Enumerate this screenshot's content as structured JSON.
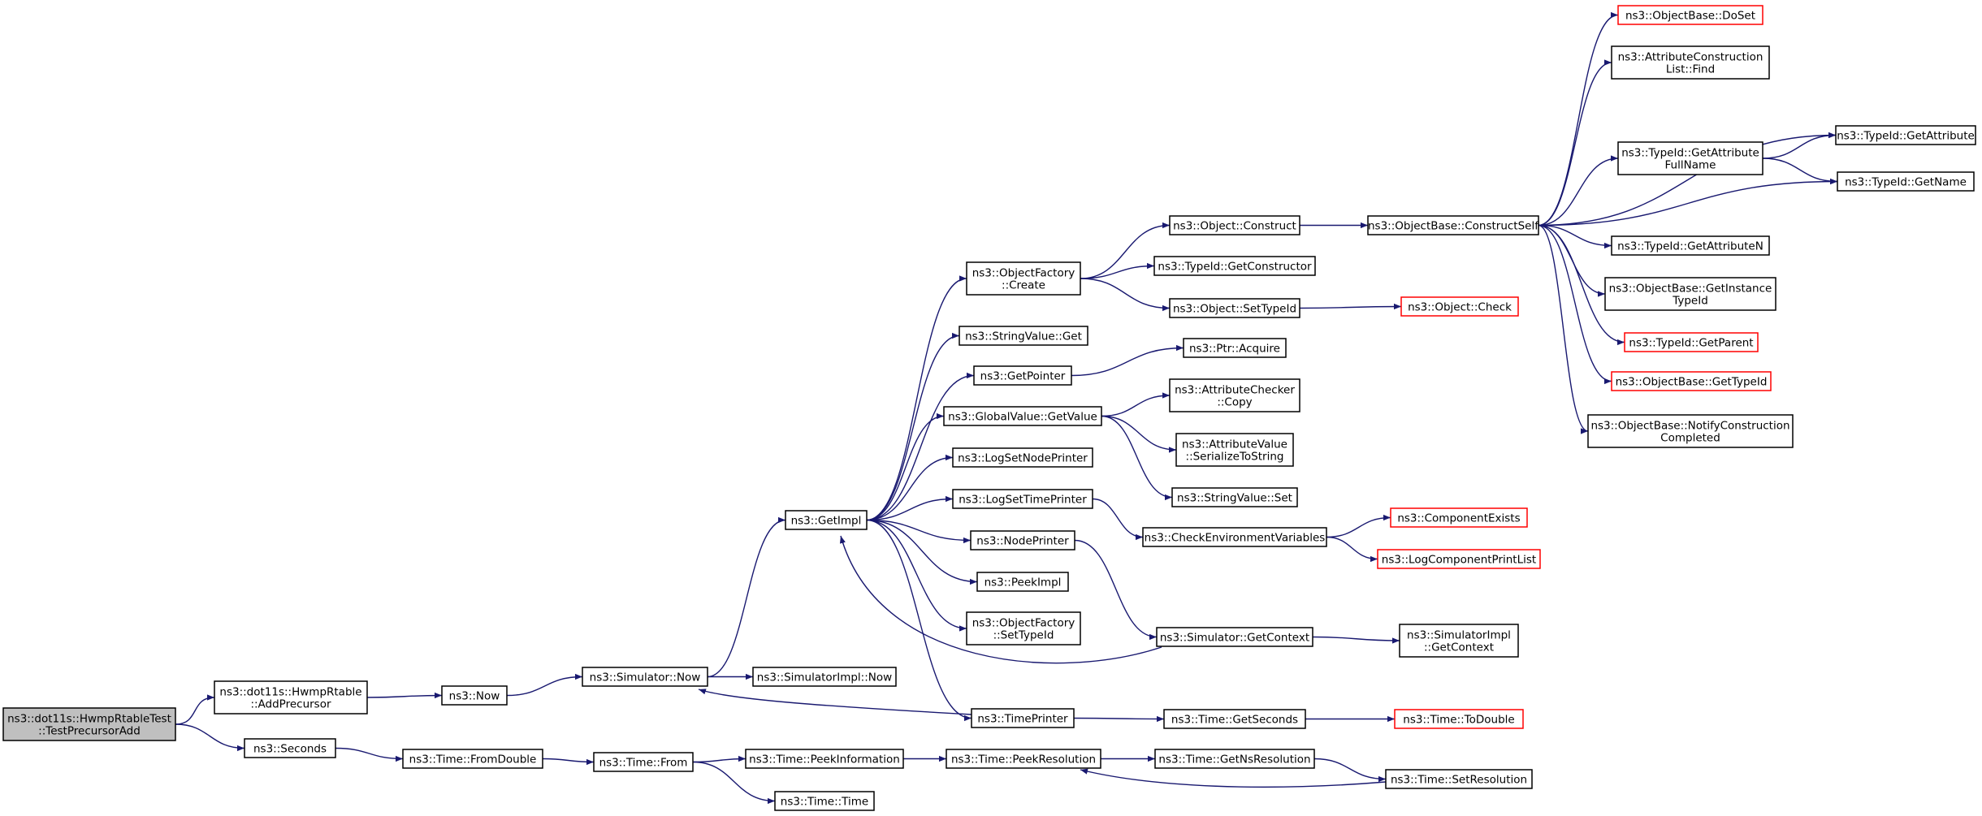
{
  "colors": {
    "edge": "#191970",
    "truncated_border": "#ff0000",
    "root_fill": "#bfbfbf",
    "node_border": "#000000"
  },
  "nodes": [
    {
      "id": "root",
      "lines": [
        "ns3::dot11s::HwmpRtableTest",
        "::TestPrecursorAdd"
      ],
      "type": "root"
    },
    {
      "id": "addprec",
      "lines": [
        "ns3::dot11s::HwmpRtable",
        "::AddPrecursor"
      ]
    },
    {
      "id": "seconds",
      "lines": [
        "ns3::Seconds"
      ]
    },
    {
      "id": "now",
      "lines": [
        "ns3::Now"
      ]
    },
    {
      "id": "simnow",
      "lines": [
        "ns3::Simulator::Now"
      ]
    },
    {
      "id": "simimplnow",
      "lines": [
        "ns3::SimulatorImpl::Now"
      ]
    },
    {
      "id": "fromdouble",
      "lines": [
        "ns3::Time::FromDouble"
      ]
    },
    {
      "id": "timefrom",
      "lines": [
        "ns3::Time::From"
      ]
    },
    {
      "id": "peekinfo",
      "lines": [
        "ns3::Time::PeekInformation"
      ]
    },
    {
      "id": "timetime",
      "lines": [
        "ns3::Time::Time"
      ]
    },
    {
      "id": "peekres",
      "lines": [
        "ns3::Time::PeekResolution"
      ]
    },
    {
      "id": "getnsres",
      "lines": [
        "ns3::Time::GetNsResolution"
      ]
    },
    {
      "id": "setres",
      "lines": [
        "ns3::Time::SetResolution"
      ]
    },
    {
      "id": "getimpl",
      "lines": [
        "ns3::GetImpl"
      ]
    },
    {
      "id": "objfactcreate",
      "lines": [
        "ns3::ObjectFactory",
        "::Create"
      ]
    },
    {
      "id": "strvalget",
      "lines": [
        "ns3::StringValue::Get"
      ]
    },
    {
      "id": "getpointer",
      "lines": [
        "ns3::GetPointer"
      ]
    },
    {
      "id": "globalget",
      "lines": [
        "ns3::GlobalValue::GetValue"
      ]
    },
    {
      "id": "logsetnode",
      "lines": [
        "ns3::LogSetNodePrinter"
      ]
    },
    {
      "id": "logsettime",
      "lines": [
        "ns3::LogSetTimePrinter"
      ]
    },
    {
      "id": "nodeprinter",
      "lines": [
        "ns3::NodePrinter"
      ]
    },
    {
      "id": "peekimpl",
      "lines": [
        "ns3::PeekImpl"
      ]
    },
    {
      "id": "objfactset",
      "lines": [
        "ns3::ObjectFactory",
        "::SetTypeId"
      ]
    },
    {
      "id": "timeprinter",
      "lines": [
        "ns3::TimePrinter"
      ]
    },
    {
      "id": "objconstruct",
      "lines": [
        "ns3::Object::Construct"
      ]
    },
    {
      "id": "getconstructor",
      "lines": [
        "ns3::TypeId::GetConstructor"
      ]
    },
    {
      "id": "objsettypeid",
      "lines": [
        "ns3::Object::SetTypeId"
      ]
    },
    {
      "id": "ptracquire",
      "lines": [
        "ns3::Ptr::Acquire"
      ]
    },
    {
      "id": "attrcheckcopy",
      "lines": [
        "ns3::AttributeChecker",
        "::Copy"
      ]
    },
    {
      "id": "attrvalser",
      "lines": [
        "ns3::AttributeValue",
        "::SerializeToString"
      ]
    },
    {
      "id": "strvalset",
      "lines": [
        "ns3::StringValue::Set"
      ]
    },
    {
      "id": "checkenv",
      "lines": [
        "ns3::CheckEnvironmentVariables"
      ]
    },
    {
      "id": "simgetctx",
      "lines": [
        "ns3::Simulator::GetContext"
      ]
    },
    {
      "id": "getseconds",
      "lines": [
        "ns3::Time::GetSeconds"
      ]
    },
    {
      "id": "objbasecs",
      "lines": [
        "ns3::ObjectBase::ConstructSelf"
      ]
    },
    {
      "id": "objcheck",
      "lines": [
        "ns3::Object::Check"
      ],
      "type": "truncated"
    },
    {
      "id": "compexists",
      "lines": [
        "ns3::ComponentExists"
      ],
      "type": "truncated"
    },
    {
      "id": "logcomplist",
      "lines": [
        "ns3::LogComponentPrintList"
      ],
      "type": "truncated"
    },
    {
      "id": "simimplctx",
      "lines": [
        "ns3::SimulatorImpl",
        "::GetContext"
      ]
    },
    {
      "id": "todouble",
      "lines": [
        "ns3::Time::ToDouble"
      ],
      "type": "truncated"
    },
    {
      "id": "doset",
      "lines": [
        "ns3::ObjectBase::DoSet"
      ],
      "type": "truncated"
    },
    {
      "id": "attrconsfind",
      "lines": [
        "ns3::AttributeConstruction",
        "List::Find"
      ]
    },
    {
      "id": "getattrfull",
      "lines": [
        "ns3::TypeId::GetAttribute",
        "FullName"
      ]
    },
    {
      "id": "getattribute",
      "lines": [
        "ns3::TypeId::GetAttribute"
      ]
    },
    {
      "id": "getname",
      "lines": [
        "ns3::TypeId::GetName"
      ]
    },
    {
      "id": "getattrn",
      "lines": [
        "ns3::TypeId::GetAttributeN"
      ]
    },
    {
      "id": "getinsttype",
      "lines": [
        "ns3::ObjectBase::GetInstance",
        "TypeId"
      ]
    },
    {
      "id": "getparent",
      "lines": [
        "ns3::TypeId::GetParent"
      ],
      "type": "truncated"
    },
    {
      "id": "objgettypeid",
      "lines": [
        "ns3::ObjectBase::GetTypeId"
      ],
      "type": "truncated"
    },
    {
      "id": "notifycons",
      "lines": [
        "ns3::ObjectBase::NotifyConstruction",
        "Completed"
      ]
    }
  ],
  "edges": [
    [
      "root",
      "addprec"
    ],
    [
      "root",
      "seconds"
    ],
    [
      "addprec",
      "now"
    ],
    [
      "now",
      "simnow"
    ],
    [
      "simnow",
      "simimplnow"
    ],
    [
      "simnow",
      "getimpl"
    ],
    [
      "seconds",
      "fromdouble"
    ],
    [
      "fromdouble",
      "timefrom"
    ],
    [
      "timefrom",
      "peekinfo"
    ],
    [
      "timefrom",
      "timetime"
    ],
    [
      "peekinfo",
      "peekres"
    ],
    [
      "peekres",
      "getnsres"
    ],
    [
      "getnsres",
      "setres"
    ],
    [
      "setres",
      "peekres"
    ],
    [
      "getimpl",
      "objfactcreate"
    ],
    [
      "getimpl",
      "strvalget"
    ],
    [
      "getimpl",
      "getpointer"
    ],
    [
      "getimpl",
      "globalget"
    ],
    [
      "getimpl",
      "logsetnode"
    ],
    [
      "getimpl",
      "logsettime"
    ],
    [
      "getimpl",
      "nodeprinter"
    ],
    [
      "getimpl",
      "peekimpl"
    ],
    [
      "getimpl",
      "objfactset"
    ],
    [
      "getimpl",
      "timeprinter"
    ],
    [
      "timeprinter",
      "simnow"
    ],
    [
      "timeprinter",
      "getseconds"
    ],
    [
      "objfactcreate",
      "objconstruct"
    ],
    [
      "objfactcreate",
      "getconstructor"
    ],
    [
      "objfactcreate",
      "objsettypeid"
    ],
    [
      "objconstruct",
      "objbasecs"
    ],
    [
      "objsettypeid",
      "objcheck"
    ],
    [
      "getpointer",
      "ptracquire"
    ],
    [
      "globalget",
      "attrcheckcopy"
    ],
    [
      "globalget",
      "attrvalser"
    ],
    [
      "globalget",
      "strvalset"
    ],
    [
      "logsettime",
      "checkenv"
    ],
    [
      "checkenv",
      "compexists"
    ],
    [
      "checkenv",
      "logcomplist"
    ],
    [
      "nodeprinter",
      "simgetctx"
    ],
    [
      "simgetctx",
      "getimpl"
    ],
    [
      "simgetctx",
      "simimplctx"
    ],
    [
      "getseconds",
      "todouble"
    ],
    [
      "objbasecs",
      "doset"
    ],
    [
      "objbasecs",
      "attrconsfind"
    ],
    [
      "objbasecs",
      "getattribute"
    ],
    [
      "objbasecs",
      "getattrfull"
    ],
    [
      "objbasecs",
      "getname"
    ],
    [
      "objbasecs",
      "getattrn"
    ],
    [
      "objbasecs",
      "getinsttype"
    ],
    [
      "objbasecs",
      "getparent"
    ],
    [
      "objbasecs",
      "objgettypeid"
    ],
    [
      "objbasecs",
      "notifycons"
    ],
    [
      "getattrfull",
      "getattribute"
    ],
    [
      "getattrfull",
      "getname"
    ]
  ]
}
